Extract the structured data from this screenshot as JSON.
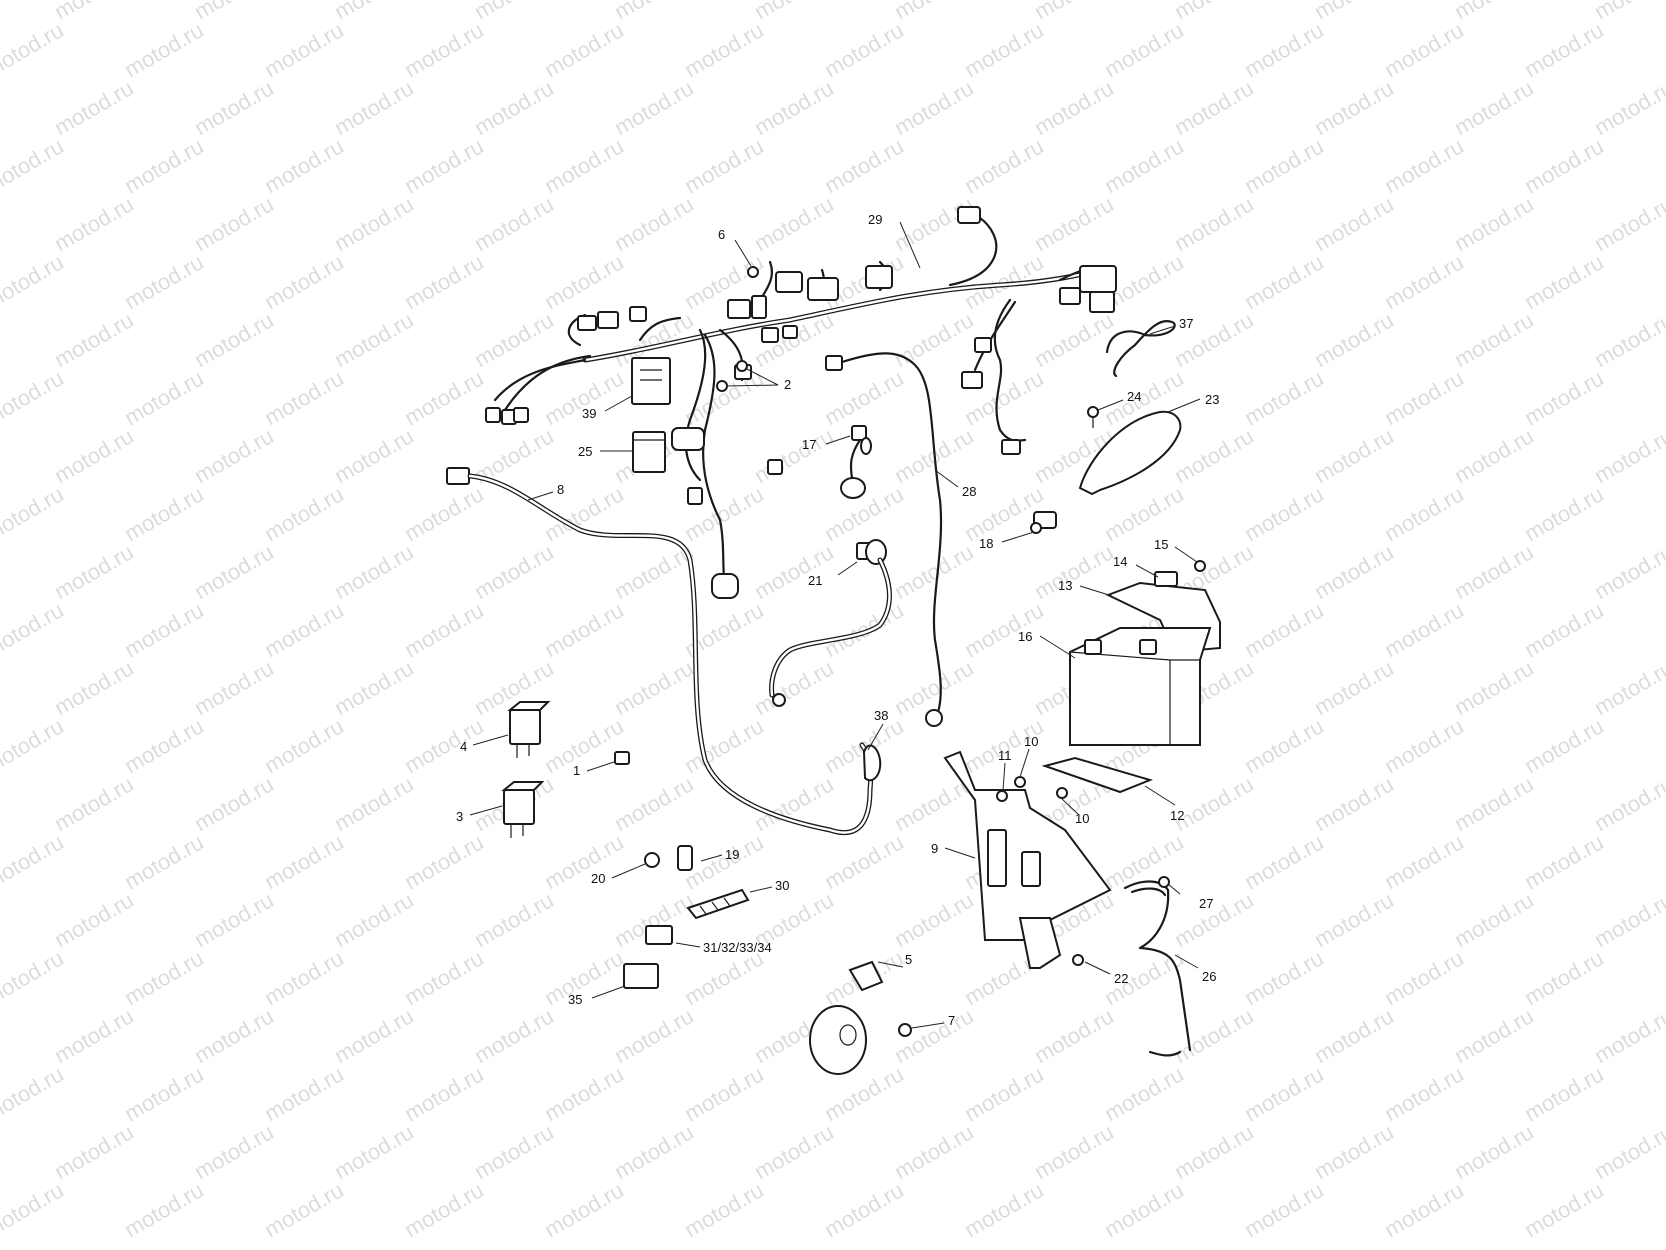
{
  "watermark": "motod.ru",
  "labels": {
    "l1": "1",
    "l2": "2",
    "l3": "3",
    "l4": "4",
    "l5": "5",
    "l6": "6",
    "l7": "7",
    "l8": "8",
    "l9": "9",
    "l10a": "10",
    "l10b": "10",
    "l11": "11",
    "l12": "12",
    "l13": "13",
    "l14": "14",
    "l15": "15",
    "l16": "16",
    "l17": "17",
    "l18": "18",
    "l19": "19",
    "l20": "20",
    "l21": "21",
    "l22": "22",
    "l23": "23",
    "l24": "24",
    "l25": "25",
    "l26": "26",
    "l27": "27",
    "l28": "28",
    "l29": "29",
    "l30": "30",
    "l31": "31/32/33/34",
    "l35": "35",
    "l37": "37",
    "l38": "38",
    "l39": "39"
  }
}
